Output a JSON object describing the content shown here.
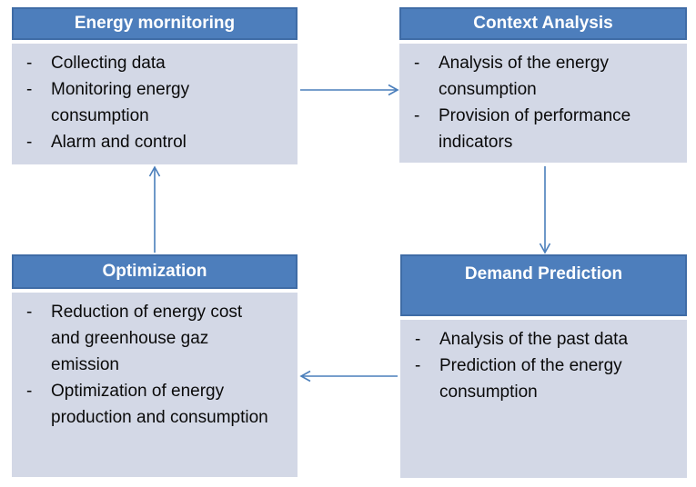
{
  "diagram": {
    "bullet": "-",
    "nodes": [
      {
        "id": "energy-monitoring",
        "title": "Energy mornitoring",
        "items": [
          "Collecting data",
          "Monitoring energy consumption",
          "Alarm and control"
        ]
      },
      {
        "id": "context-analysis",
        "title": "Context Analysis",
        "items": [
          "Analysis of the energy consumption",
          "Provision of performance indicators"
        ]
      },
      {
        "id": "demand-prediction",
        "title": "Demand Prediction",
        "items": [
          "Analysis of the past data",
          "Prediction of the energy consumption"
        ]
      },
      {
        "id": "optimization",
        "title": "Optimization",
        "items": [
          "Reduction of energy cost and greenhouse gaz emission",
          "Optimization of energy production and consumption"
        ]
      }
    ],
    "connections": [
      {
        "from": "energy-monitoring",
        "to": "context-analysis"
      },
      {
        "from": "context-analysis",
        "to": "demand-prediction"
      },
      {
        "from": "demand-prediction",
        "to": "optimization"
      },
      {
        "from": "optimization",
        "to": "energy-monitoring"
      }
    ],
    "colors": {
      "header_fill": "#4d7ebc",
      "header_border": "#3f6ca6",
      "header_text": "#ffffff",
      "body_fill": "#d3d8e6",
      "body_text": "#0a0a0a",
      "arrow": "#4a7ebb"
    }
  }
}
